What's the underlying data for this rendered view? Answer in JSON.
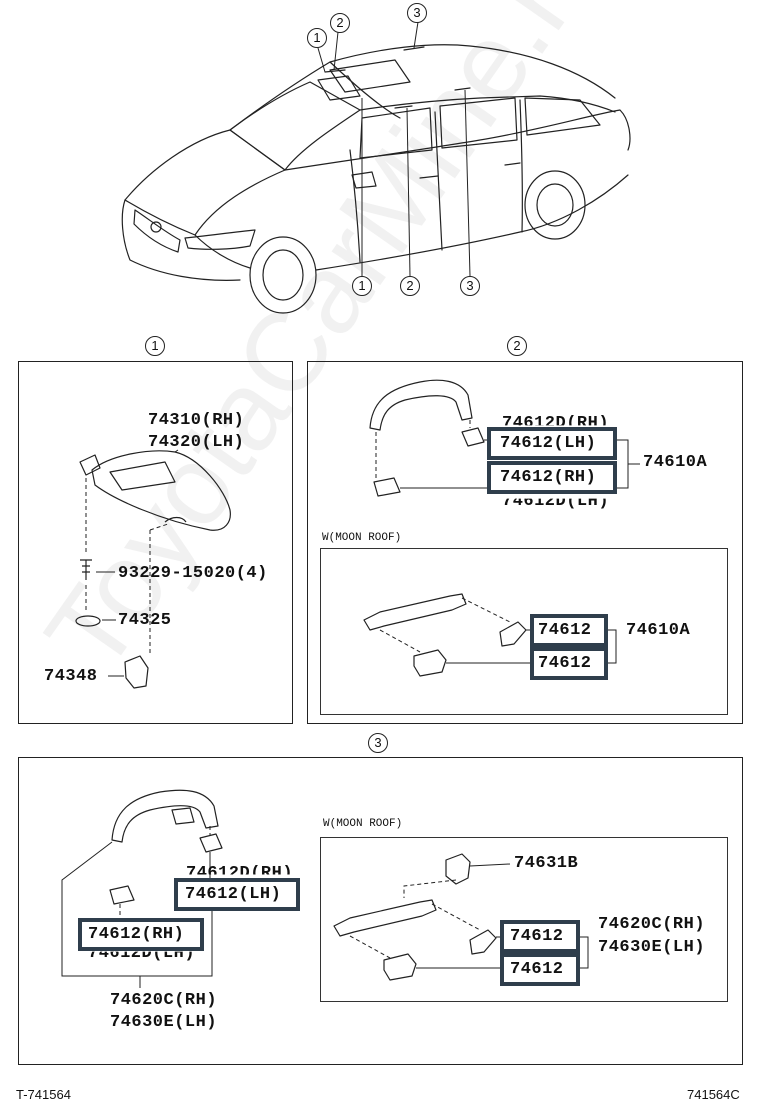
{
  "callouts": {
    "one": "1",
    "two": "2",
    "three": "3"
  },
  "panel1": {
    "visor_rh": "74310(RH)",
    "visor_lh": "74320(LH)",
    "screw": "93229-15020(4)",
    "holder": "74325",
    "bracket": "74348"
  },
  "panel2": {
    "upper_partial": "74612D(RH)",
    "cap_lh": "74612(LH)",
    "cap_rh": "74612(RH)",
    "lower_partial": "74612D(LH)",
    "assy": "74610A",
    "sub": {
      "title": "W(MOON ROOF)",
      "cap_a": "74612",
      "cap_b": "74612",
      "assy": "74610A"
    }
  },
  "panel3": {
    "upper_partial": "74612D(RH)",
    "cap_lh": "74612(LH)",
    "cap_rh": "74612(RH)",
    "lower_partial": "74612D(LH)",
    "assy_rh": "74620C(RH)",
    "assy_lh": "74630E(LH)",
    "sub": {
      "title": "W(MOON ROOF)",
      "cover": "74631B",
      "cap_a": "74612",
      "cap_b": "74612",
      "assy_rh": "74620C(RH)",
      "assy_lh": "74630E(LH)"
    }
  },
  "footer": {
    "left": "T-741564",
    "right": "741564C"
  },
  "watermark": "ToyotaCarMine.ru",
  "colors": {
    "highlight": "#2f3e4c",
    "line": "#222222"
  }
}
